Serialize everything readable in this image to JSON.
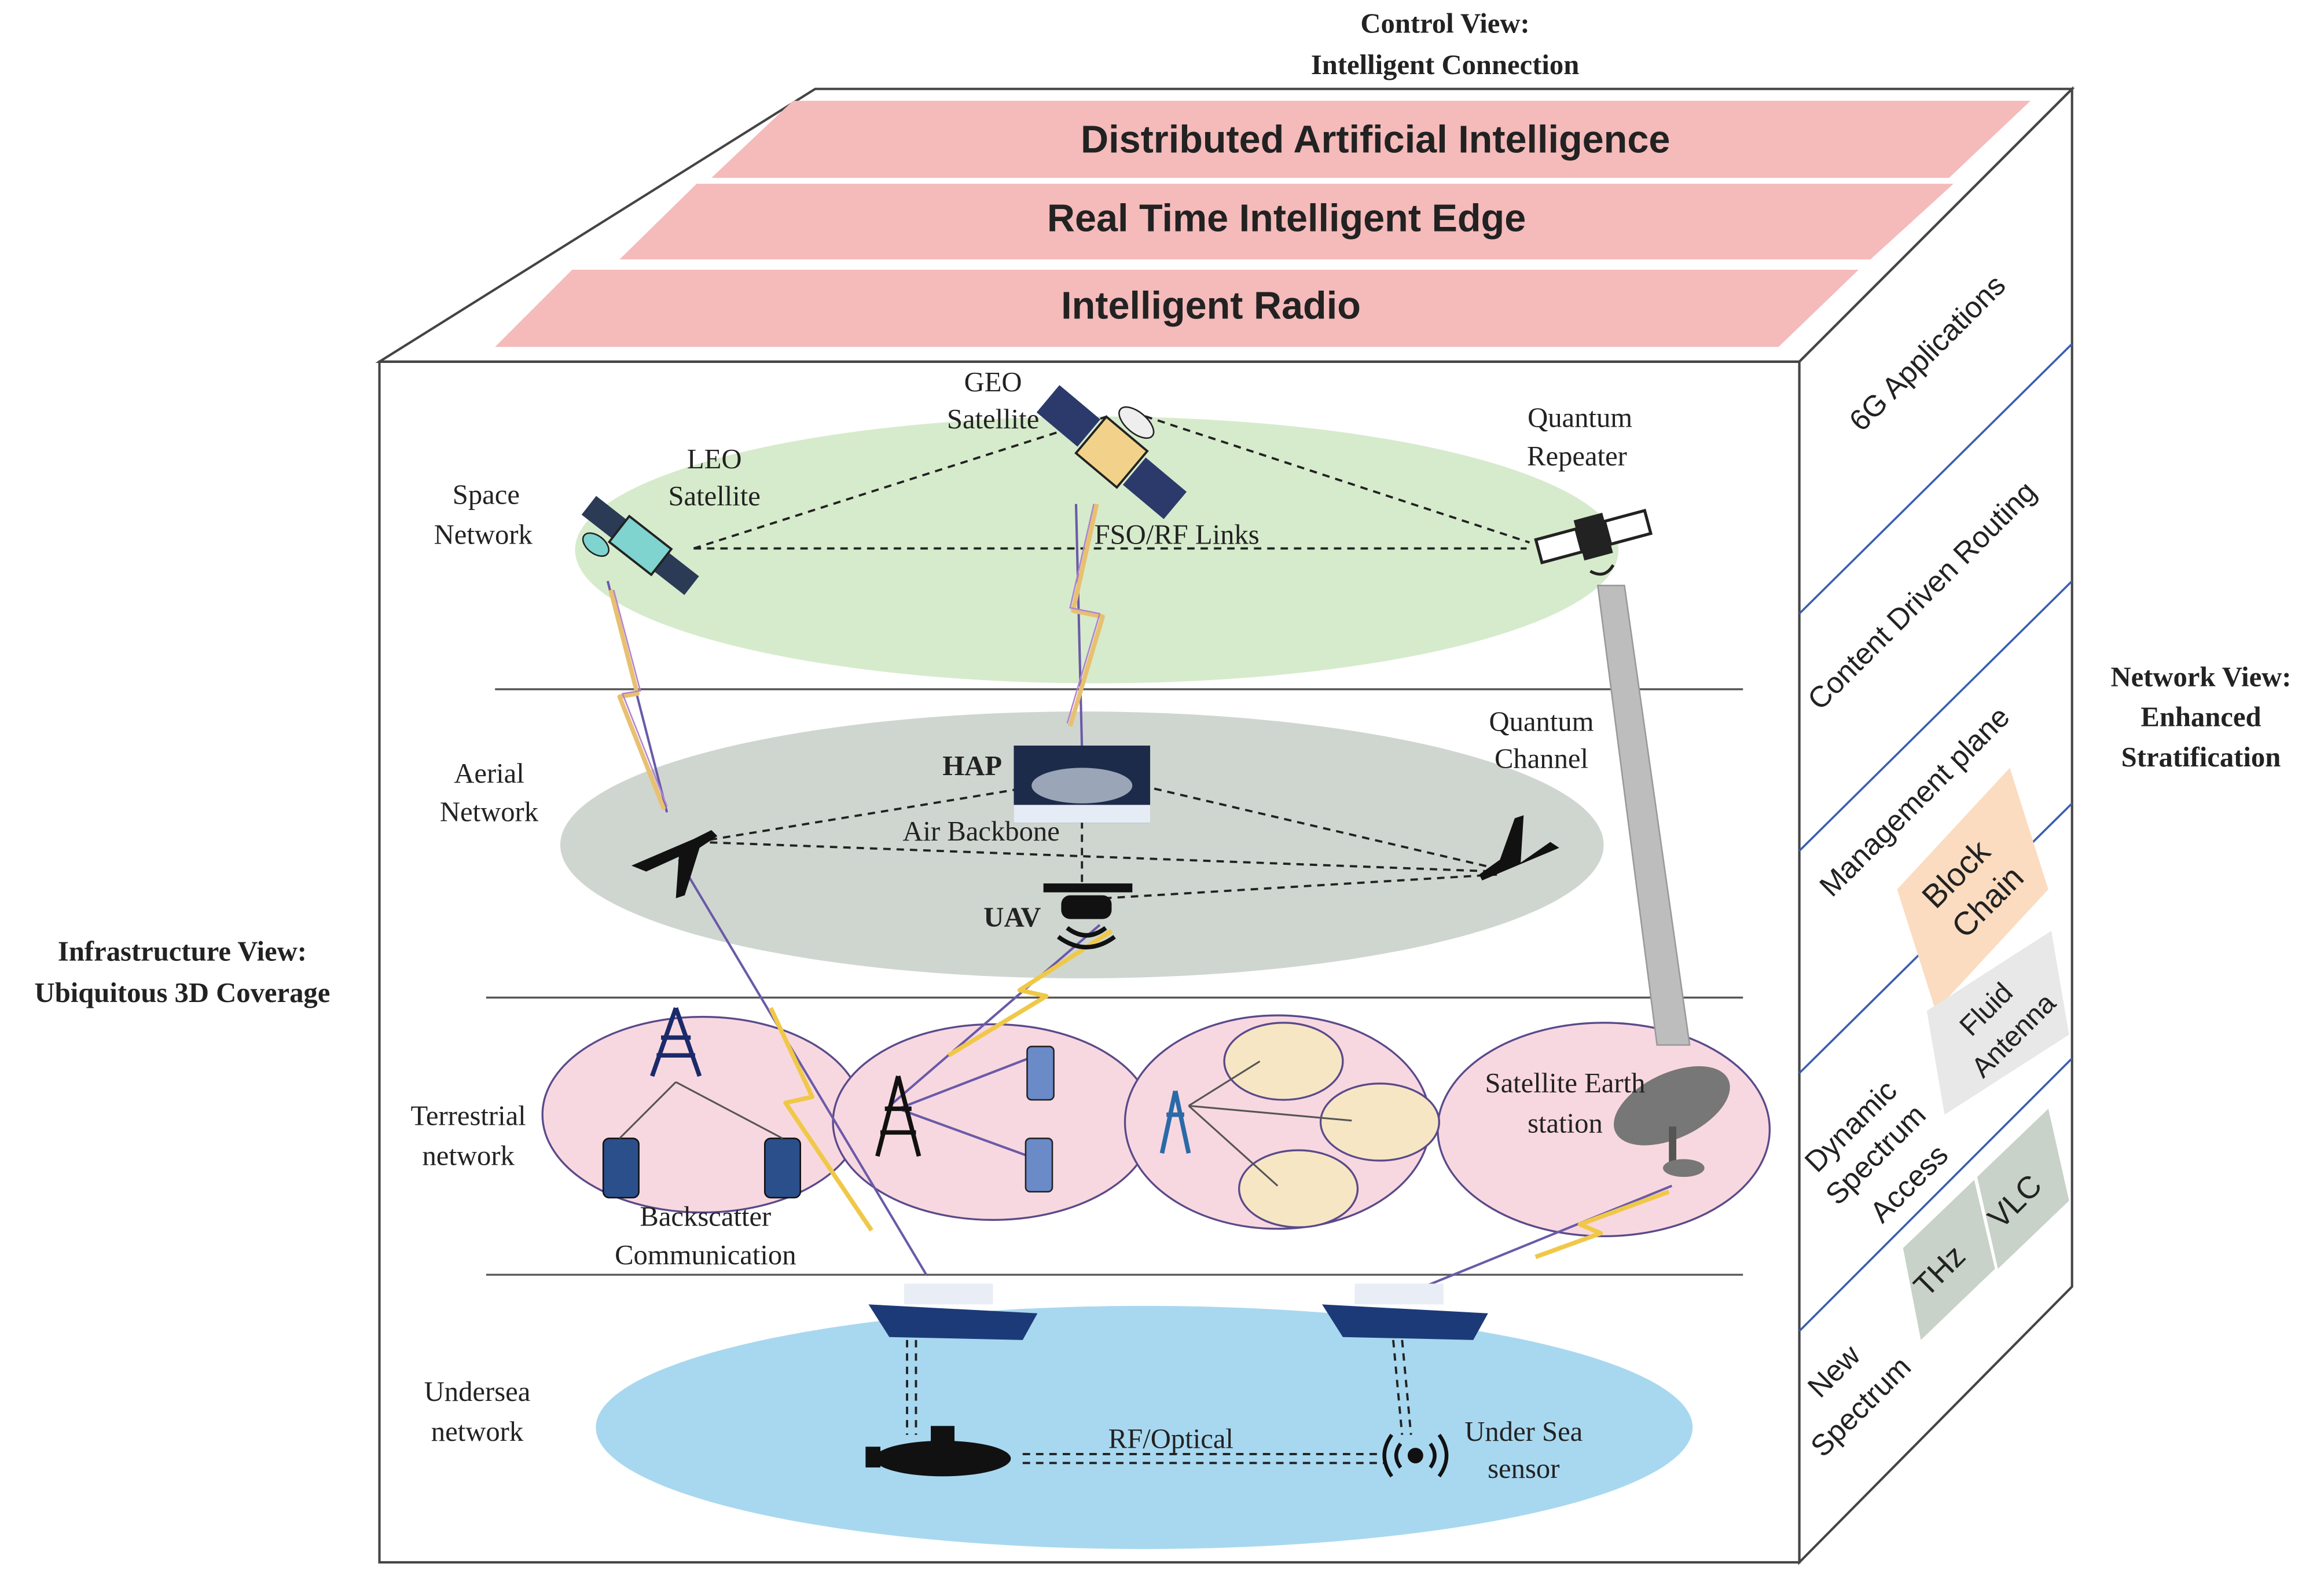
{
  "control_view": {
    "title_line1": "Control View:",
    "title_line2": "Intelligent Connection",
    "layers": [
      "Distributed Artificial Intelligence",
      "Real Time Intelligent Edge",
      "Intelligent Radio"
    ]
  },
  "infrastructure_view": {
    "line1": "Infrastructure View:",
    "line2": "Ubiquitous 3D Coverage"
  },
  "network_view": {
    "line1": "Network View:",
    "line2": "Enhanced",
    "line3": "Stratification"
  },
  "side_labels": {
    "applications": "6G Applications",
    "routing": "Content Driven Routing",
    "management": "Management plane",
    "blockchain_1": "Block",
    "blockchain_2": "Chain",
    "dsa_1": "Dynamic",
    "dsa_2": "Spectrum",
    "dsa_3": "Access",
    "fluid_1": "Fluid",
    "fluid_2": "Antenna",
    "new_spectrum_1": "New",
    "new_spectrum_2": "Spectrum",
    "thz": "THz",
    "vlc": "VLC"
  },
  "space": {
    "name_1": "Space",
    "name_2": "Network",
    "leo_1": "LEO",
    "leo_2": "Satellite",
    "geo_1": "GEO",
    "geo_2": "Satellite",
    "quantum_1": "Quantum",
    "quantum_2": "Repeater",
    "links": "FSO/RF Links"
  },
  "aerial": {
    "name_1": "Aerial",
    "name_2": "Network",
    "hap": "HAP",
    "backbone": "Air Backbone",
    "uav": "UAV",
    "qchannel_1": "Quantum",
    "qchannel_2": "Channel"
  },
  "terrestrial": {
    "name_1": "Terrestrial",
    "name_2": "network",
    "backscatter_1": "Backscatter",
    "backscatter_2": "Communication",
    "earth_1": "Satellite Earth",
    "earth_2": "station"
  },
  "undersea": {
    "name_1": "Undersea",
    "name_2": "network",
    "rf_optical": "RF/Optical",
    "sensor_1": "Under Sea",
    "sensor_2": "sensor"
  },
  "colors": {
    "control_band": "#f5baba",
    "space_ellipse": "#d6ebcc",
    "aerial_ellipse": "#cfd6d0",
    "terrestrial_circle": "#f8d8e0",
    "undersea_ellipse": "#a8d8f0",
    "blockchain": "#fbdcc0",
    "fluid": "#e6e6e6",
    "thz_vlc": "#c8d2c8",
    "panel_line": "#3a5fb0"
  }
}
